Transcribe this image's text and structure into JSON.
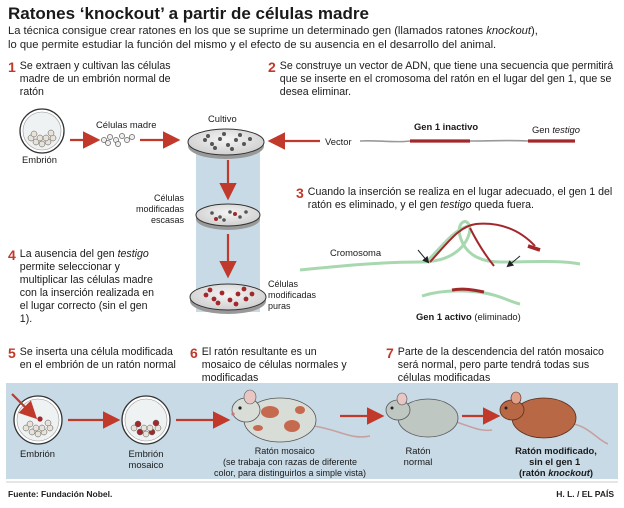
{
  "title": "Ratones ‘knockout’ a partir de células madre",
  "intro": {
    "line1_a": "La técnica consigue crear ratones en los que se suprime un determinado gen (llamados ratones ",
    "line1_b": "knockout",
    "line1_c": "),",
    "line2": "lo que permite estudiar la función del mismo y el efecto de su ausencia en el desarrollo del animal."
  },
  "steps": [
    {
      "n": "1",
      "text": "Se extraen y cultivan las células madre de un embrión normal de ratón"
    },
    {
      "n": "2",
      "text": "Se construye un vector de ADN, que tiene una secuencia que permitirá que se inserte en el cromosoma del ratón en el lugar del gen 1, que se desea eliminar."
    },
    {
      "n": "3",
      "text_a": "Cuando la inserción se realiza en el lugar adecuado, el gen 1 del ratón es eliminado, y el gen ",
      "text_b": "testigo",
      "text_c": " queda fuera."
    },
    {
      "n": "4",
      "text_a": "La ausencia del gen ",
      "text_b": "testigo",
      "text_c": " permite seleccionar y multiplicar las células madre con la inserción realizada en el lugar correcto (sin el gen 1)."
    },
    {
      "n": "5",
      "text": "Se inserta una célula modificada en el embrión de un ratón normal"
    },
    {
      "n": "6",
      "text": "El ratón resultante es un mosaico de células normales y modificadas"
    },
    {
      "n": "7",
      "text": "Parte de la descendencia del ratón mosaico será normal, pero parte tendrá todas sus células modificadas"
    }
  ],
  "labels": {
    "embrion": "Embrión",
    "celulas_madre": "Células madre",
    "cultivo": "Cultivo",
    "vector": "Vector",
    "gen1_inactivo": "Gen 1 inactivo",
    "gen_testigo_a": "Gen ",
    "gen_testigo_b": "testigo",
    "celulas_escasas": "Células\nmodificadas\nescasas",
    "celulas_puras": "Células\nmodificadas\npuras",
    "cromosoma": "Cromosoma",
    "gen1_activo": "Gen 1 activo",
    "eliminado": " (eliminado)",
    "embrion2": "Embrión",
    "embrion_mosaico": "Embrión\nmosaico",
    "raton_mosaico": "Ratón mosaico",
    "raton_mosaico_note": "(se trabaja con razas de diferente\ncolor, para distinguirlos a simple vista)",
    "raton_normal": "Ratón\nnormal",
    "raton_modificado_a": "Ratón modificado,\nsin el gen 1",
    "raton_modificado_b": "(ratón knockout)"
  },
  "footer": {
    "source": "Fuente: Fundación Nobel.",
    "credit": "H. L. / EL PAÍS"
  },
  "colors": {
    "accent_red": "#c0392b",
    "panel_blue": "#c8dae6",
    "gene_red": "#a3282b",
    "chromosome_green": "#a8d8b0",
    "mouse_gray": "#bfc7c2",
    "mouse_brown": "#b86845"
  }
}
